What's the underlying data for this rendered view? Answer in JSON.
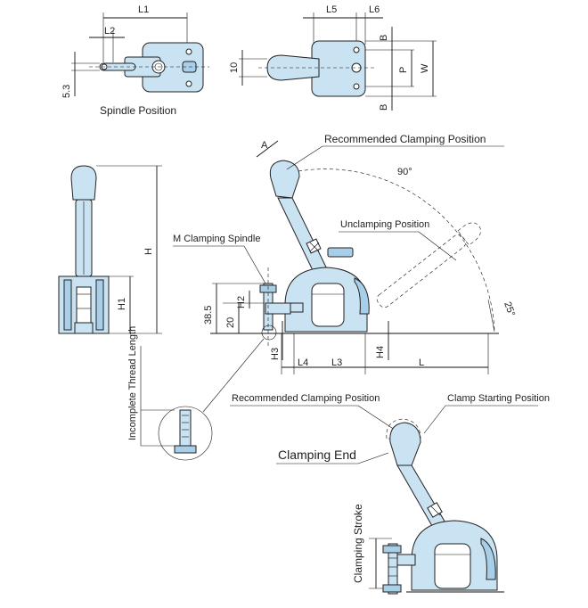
{
  "labels": {
    "spindle_position": "Spindle Position",
    "recommended_clamping_position": "Recommended Clamping Position",
    "unclamping_position": "Unclamping Position",
    "m_clamping_spindle": "M Clamping Spindle",
    "incomplete_thread_length": "Incomplete Thread Length",
    "recommended_clamping_position_2": "Recommended Clamping Position",
    "clamp_starting_position": "Clamp Starting Position",
    "clamping_end": "Clamping End",
    "clamping_stroke": "Clamping Stroke"
  },
  "dimensions": {
    "L1": "L1",
    "L2": "L2",
    "L3": "L3",
    "L4": "L4",
    "L5": "L5",
    "L6": "L6",
    "H": "H",
    "H1": "H1",
    "H2": "H2",
    "H3": "H3",
    "H4": "H4",
    "A": "A",
    "B": "B",
    "P": "P",
    "W": "W",
    "L": "L",
    "val_5_3": "5.3",
    "val_10": "10",
    "val_38_5": "38.5",
    "val_20": "20",
    "angle_90": "90°",
    "angle_25": "25°"
  },
  "colors": {
    "part_fill": "#c9e3f3",
    "part_shade": "#a9cfe8",
    "line": "#111111"
  }
}
